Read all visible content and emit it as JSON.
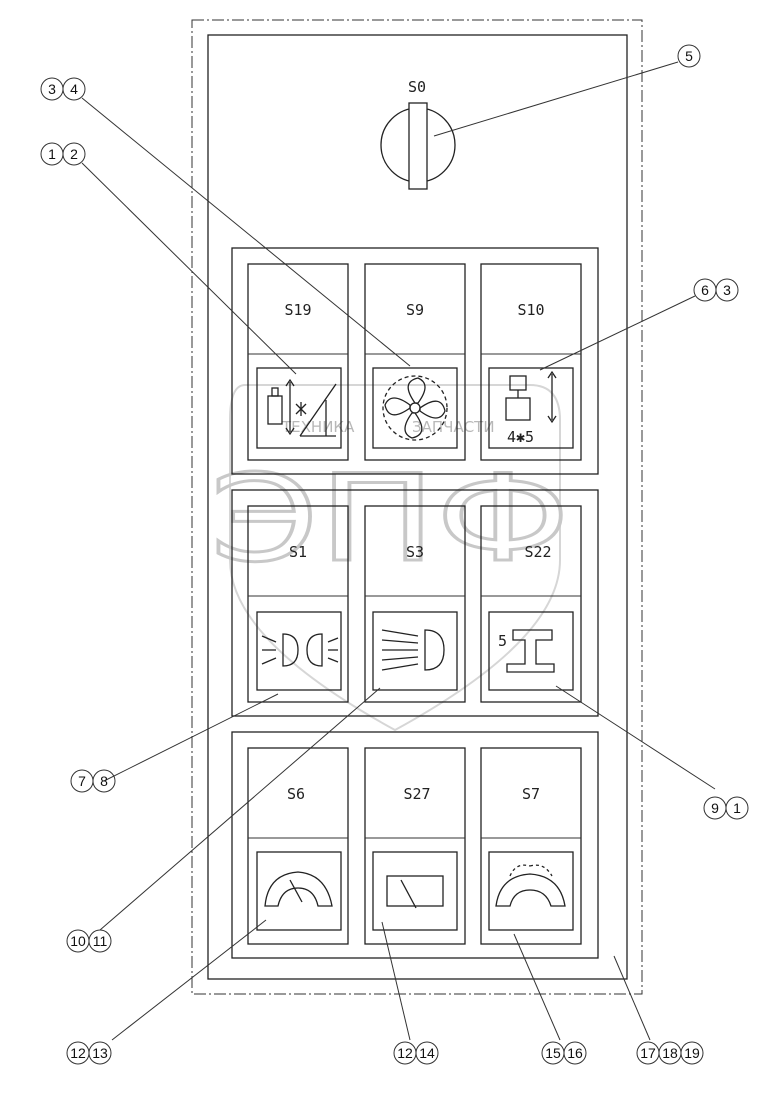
{
  "switch": {
    "label": "S0",
    "callout": "5"
  },
  "rows": [
    {
      "buttons": [
        {
          "label": "S19"
        },
        {
          "label": "S9"
        },
        {
          "label": "S10"
        }
      ]
    },
    {
      "buttons": [
        {
          "label": "S1"
        },
        {
          "label": "S3"
        },
        {
          "label": "S22"
        }
      ]
    },
    {
      "buttons": [
        {
          "label": "S6"
        },
        {
          "label": "S27"
        },
        {
          "label": "S7"
        }
      ]
    }
  ],
  "icon_texts": {
    "s10_text": "4✱5",
    "s22_text": "5"
  },
  "callouts": {
    "c34": [
      "3",
      "4"
    ],
    "c12": [
      "1",
      "2"
    ],
    "c63": [
      "6",
      "3"
    ],
    "c78": [
      "7",
      "8"
    ],
    "c91": [
      "9",
      "1"
    ],
    "c1011": [
      "10",
      "11"
    ],
    "c1213": [
      "12",
      "13"
    ],
    "c1214": [
      "12",
      "14"
    ],
    "c1516": [
      "15",
      "16"
    ],
    "c171819": [
      "17",
      "18",
      "19"
    ]
  },
  "watermark": {
    "main": "ЭПФ",
    "left": "ТЕХНИКА",
    "right": "ЗАПЧАСТИ"
  },
  "colors": {
    "line": "#222222",
    "watermark": "#c8c8c8"
  }
}
